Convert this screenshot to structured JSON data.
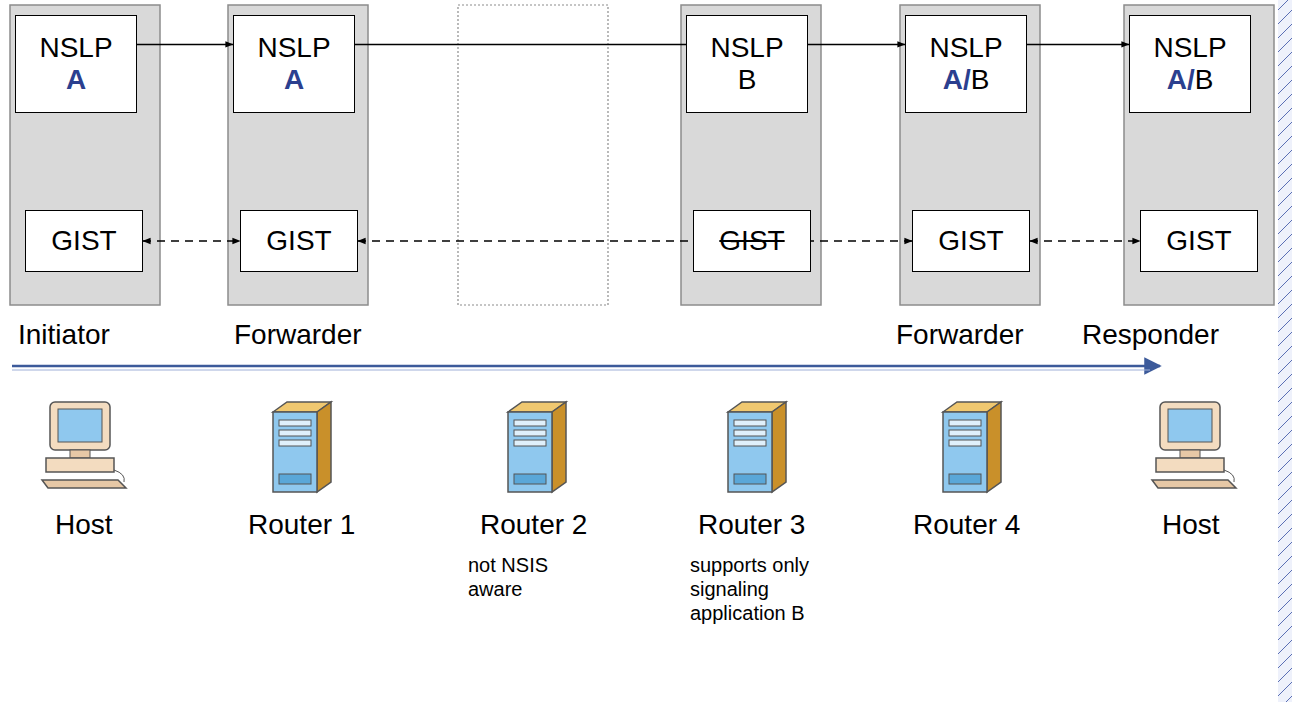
{
  "diagram": {
    "nodes": [
      {
        "text": [
          "NSLP",
          "A"
        ]
      },
      {
        "text": [
          "NSLP",
          "A"
        ]
      },
      {
        "text": [
          "NSLP",
          "B"
        ]
      },
      {
        "text": [
          "NSLP",
          "A/B"
        ]
      },
      {
        "text": [
          "NSLP",
          "A/B"
        ]
      },
      {
        "text": [
          "GIST"
        ]
      },
      {
        "text": [
          "GIST"
        ]
      },
      {
        "text": [
          "GIST"
        ]
      },
      {
        "text": [
          "GIST"
        ]
      },
      {
        "text": [
          "GIST"
        ]
      }
    ],
    "edges": [
      {
        "from": 0,
        "to": 1,
        "arrow": "to"
      },
      {
        "from": 1,
        "to": 3,
        "arrow": "to"
      },
      {
        "from": 3,
        "to": 4,
        "arrow": "to"
      },
      {
        "from": 5,
        "to": 6,
        "arrow": "both"
      },
      {
        "from": 6,
        "to": 8,
        "arrow": "both"
      },
      {
        "from": 8,
        "to": 9,
        "arrow": "both"
      }
    ],
    "labels": [
      "Initiator",
      "Forwarder",
      "Forwarder",
      "Responder",
      "Host",
      "Router 1",
      "Router 2",
      "Router 3",
      "Router 4",
      "Host",
      "not NSIS aware",
      "supports only signaling application B"
    ]
  }
}
